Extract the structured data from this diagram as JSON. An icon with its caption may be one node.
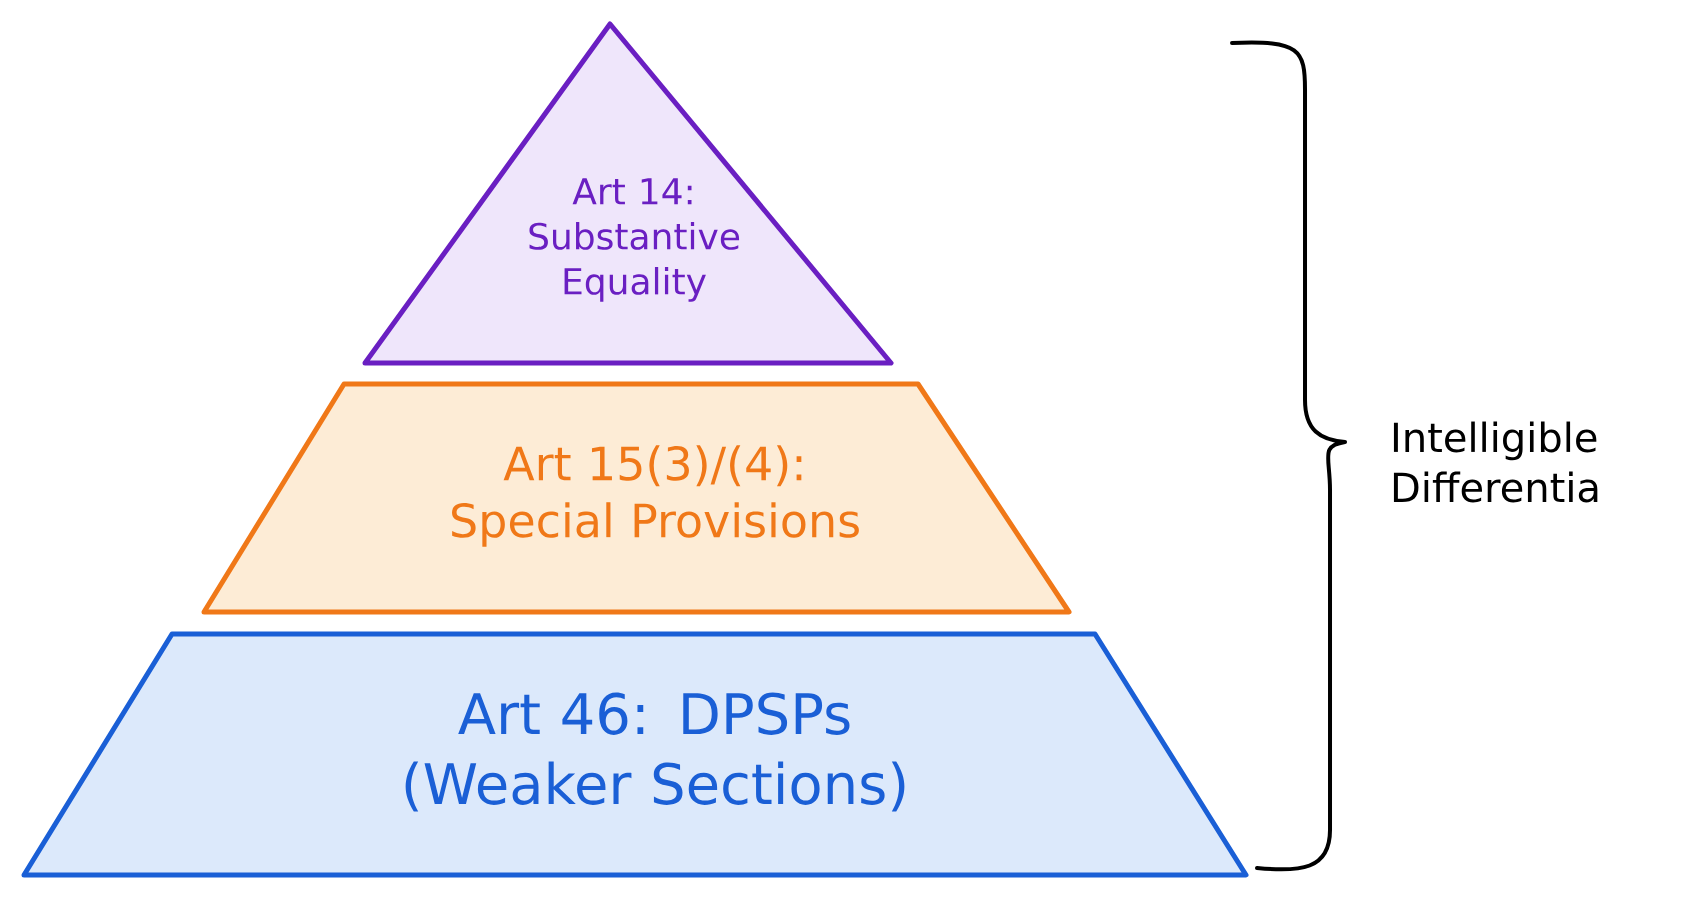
{
  "diagram": {
    "nodes": [
      {
        "text": [
          "Art 14: Substantive Equality"
        ]
      },
      {
        "text": [
          "Art 15(3)/(4): Special Provisions"
        ]
      },
      {
        "text": [
          "Art 46: DPSPs (Weaker Sections)"
        ]
      }
    ],
    "labels": [
      "Intelligible Differentia"
    ]
  }
}
